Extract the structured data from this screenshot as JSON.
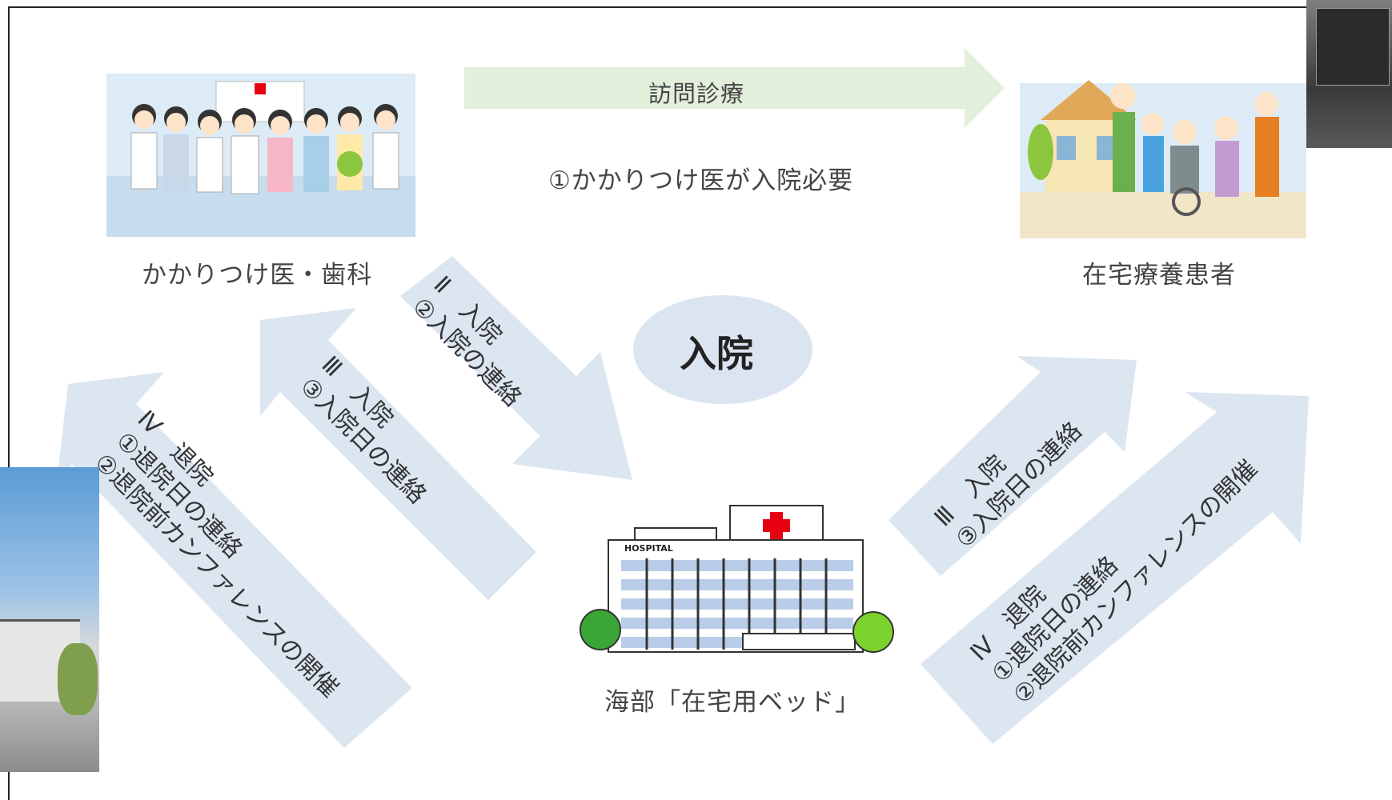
{
  "nodes": {
    "doctor": "かかりつけ医・歯科",
    "home_patient": "在宅療養患者",
    "hospital": "海部「在宅用ベッド」",
    "admission": "入院",
    "hospital_sign": "HOSPITAL"
  },
  "arrows": {
    "home_visit": "訪問診療",
    "need_admission": "①かかりつけ医が入院必要",
    "left_admission_contact": [
      "Ⅱ　入院",
      "②入院の連絡"
    ],
    "left_admission_date": [
      "Ⅲ　入院",
      "③入院日の連絡"
    ],
    "left_discharge": [
      "Ⅳ　退院",
      "①退院日の連絡",
      "②退院前カンファレンスの開催"
    ],
    "right_admission_date": [
      "Ⅲ　入院",
      "③入院日の連絡"
    ],
    "right_discharge": [
      "Ⅳ　退院",
      "①退院日の連絡",
      "②退院前カンファレンスの開催"
    ]
  },
  "colors": {
    "arrow_blue": "#dce6f1",
    "arrow_green": "#e2efda",
    "ellipse": "#dbe5f1",
    "red_cross": "#e60012"
  }
}
